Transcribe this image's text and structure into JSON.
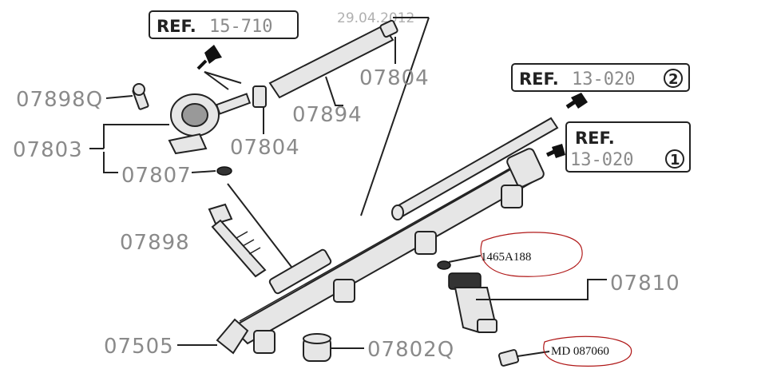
{
  "date_stamp": "29.04.2012",
  "refs": [
    {
      "word": "REF.",
      "number": "15-710",
      "circle": ""
    },
    {
      "word": "REF.",
      "number": "13-020",
      "circle": "2"
    },
    {
      "word": "REF.",
      "number": "13-020",
      "circle": "1"
    }
  ],
  "part_numbers": {
    "p07898Q": "07898Q",
    "p07803": "07803",
    "p07807": "07807",
    "p07898": "07898",
    "p07505": "07505",
    "p07804a": "07804",
    "p07804b": "07804",
    "p07894": "07894",
    "p07810": "07810",
    "p07802Q": "07802Q"
  },
  "annotations": {
    "a1": "1465A188",
    "a2": "MD 087060"
  },
  "colors": {
    "annotation_circle": "#b01818",
    "line": "#222222",
    "label_gray": "#8a8a8a"
  }
}
